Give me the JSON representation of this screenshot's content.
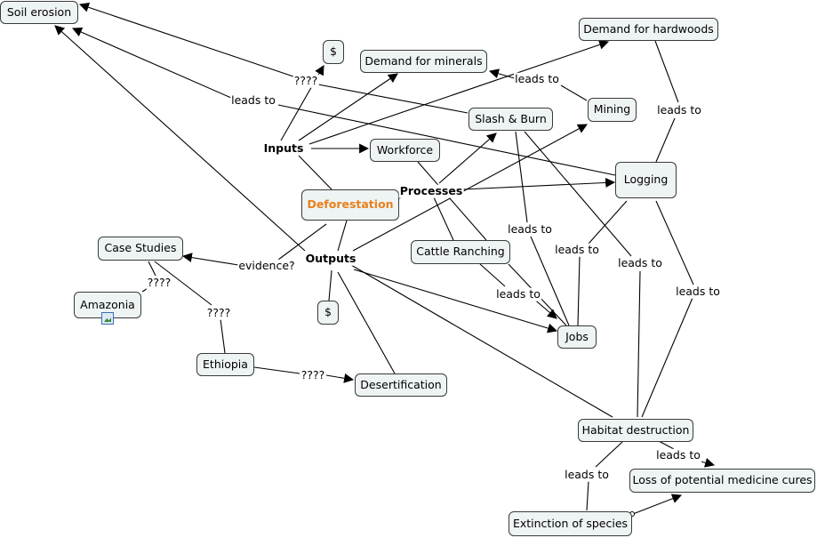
{
  "nodes": {
    "soil_erosion": "Soil erosion",
    "dollar_top": "$",
    "demand_minerals": "Demand for minerals",
    "demand_hardwoods": "Demand for hardwoods",
    "slash_burn": "Slash & Burn",
    "mining": "Mining",
    "workforce": "Workforce",
    "logging": "Logging",
    "deforestation": "Deforestation",
    "case_studies": "Case Studies",
    "cattle_ranching": "Cattle Ranching",
    "amazonia": "Amazonia",
    "dollar_bottom": "$",
    "jobs": "Jobs",
    "ethiopia": "Ethiopia",
    "desertification": "Desertification",
    "habitat_destruction": "Habitat destruction",
    "loss_medicine": "Loss of potential medicine cures",
    "extinction": "Extinction of species"
  },
  "hubs": {
    "inputs": "Inputs",
    "processes": "Processes",
    "outputs": "Outputs"
  },
  "labels": {
    "q_top": "????",
    "leads_to_soil": "leads to",
    "leads_to_mining": "leads to",
    "leads_to_hardwoods": "leads to",
    "evidence": "evidence?",
    "q_amazonia": "????",
    "q_ethiopia": "????",
    "q_desert": "????",
    "leads_to_slash_jobs": "leads to",
    "leads_to_logging_jobs": "leads to",
    "leads_to_cattle_jobs": "leads to",
    "leads_to_slash_habitat": "leads to",
    "leads_to_logging_habitat": "leads to",
    "leads_to_habitat_loss": "leads to",
    "leads_to_habitat_extinction": "leads to"
  },
  "colors": {
    "node_fill": "#eef3f4",
    "node_border": "#3a3a3a",
    "main_text": "#e8801c",
    "line": "#000000"
  }
}
